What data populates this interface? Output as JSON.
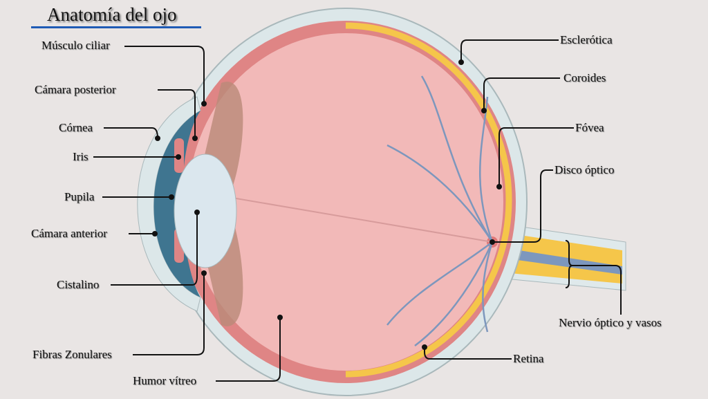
{
  "title": "Anatomía del ojo",
  "labels": {
    "musculo_ciliar": "Músculo ciliar",
    "camara_posterior": "Cámara posterior",
    "cornea": "Córnea",
    "iris": "Iris",
    "pupila": "Pupila",
    "camara_anterior": "Cámara anterior",
    "cristalino": "Cistalino",
    "fibras_zonulares": "Fibras Zonulares",
    "humor_vitreo": "Humor vítreo",
    "esclerotica": "Esclerótica",
    "coroides": "Coroides",
    "fovea": "Fóvea",
    "disco_optico": "Disco óptico",
    "nervio_optico": "Nervio óptico y vasos",
    "retina": "Retina"
  },
  "colors": {
    "sclera": "#dce7e9",
    "choroid": "#df8585",
    "retina": "#f5c64a",
    "vitreous": "#f2b9b8",
    "lens": "#dbe7ee",
    "vessel": "#7d97bd",
    "title_underline": "#1f5bb5"
  }
}
